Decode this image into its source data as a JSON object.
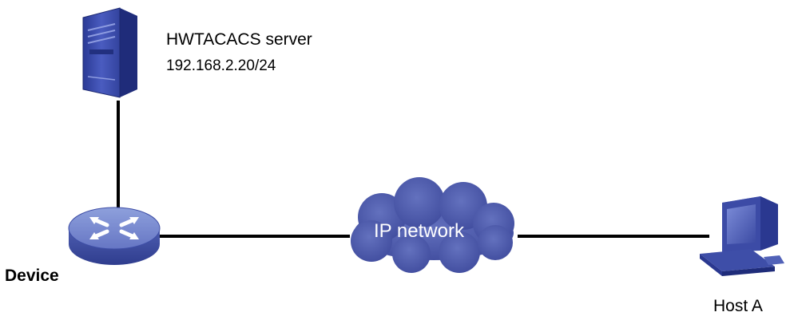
{
  "diagram": {
    "server": {
      "name": "HWTACACS server",
      "ip": "192.168.2.20/24",
      "icon": "server-tower-icon"
    },
    "device": {
      "name": "Device",
      "icon": "router-icon"
    },
    "cloud": {
      "label": "IP network",
      "icon": "cloud-icon"
    },
    "host": {
      "name": "Host A",
      "icon": "desktop-pc-icon"
    },
    "links": [
      {
        "from": "HWTACACS server",
        "to": "Device"
      },
      {
        "from": "Device",
        "to": "IP network"
      },
      {
        "from": "IP network",
        "to": "Host A"
      }
    ],
    "colors": {
      "icon_blue": "#3f4fa6",
      "cloud_fill": "#4d5aa8",
      "line": "#000000"
    }
  }
}
